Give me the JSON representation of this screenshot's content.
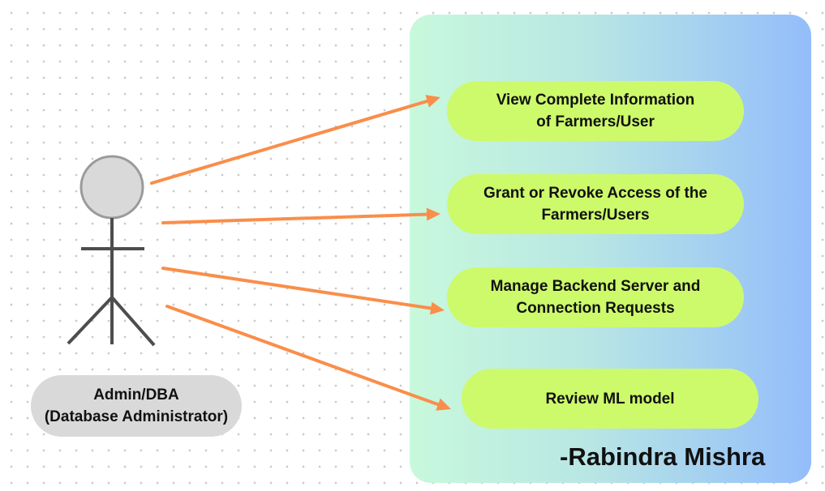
{
  "actor": {
    "label": "Admin/DBA\n(Database Administrator)"
  },
  "use_cases": [
    "View Complete Information\nof Farmers/User",
    "Grant or Revoke Access of the\nFarmers/Users",
    "Manage Backend Server and\nConnection Requests",
    "Review ML model"
  ],
  "signature": "-Rabindra Mishra",
  "colors": {
    "arrow": "#f98e4a",
    "use_case_fill": "#cdfa6b",
    "actor_label_fill": "#d9d9d9",
    "stick_figure": "#4d4d4d",
    "head_fill": "#d9d9d9"
  }
}
